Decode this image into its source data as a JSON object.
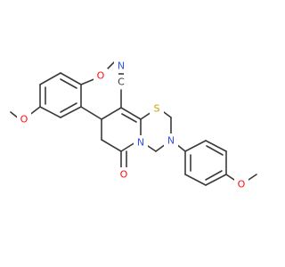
{
  "colors": {
    "bond": "#3a3a3a",
    "O": "#ff0d0d",
    "N": "#3050f8",
    "S": "#c8a000",
    "C": "#3a3a3a"
  },
  "atoms": {
    "cn_c": "C",
    "cn_n": "N",
    "s1": "S",
    "n_ring": "N",
    "n_amine": "N",
    "o_keto": "O",
    "o_ortho": "O",
    "o_para_left": "O",
    "o_para_right": "O"
  }
}
